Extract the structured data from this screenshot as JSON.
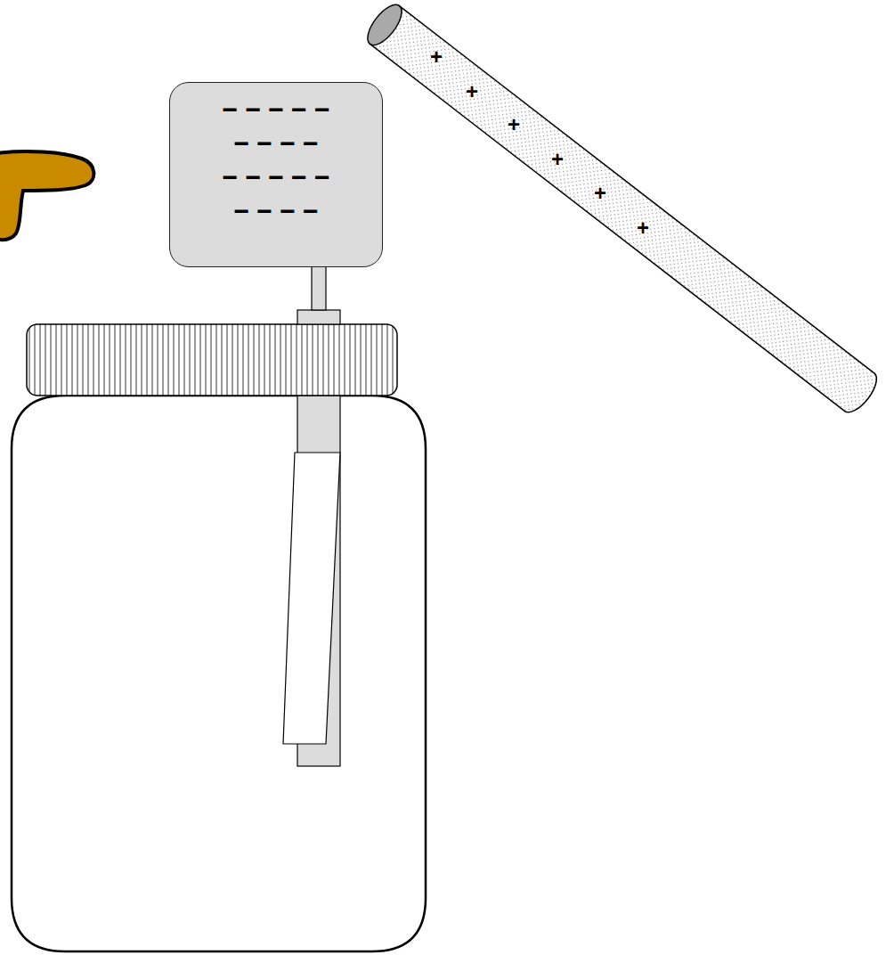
{
  "diagram": {
    "nodes": [
      {
        "text": [
          "− − − − −",
          "− − − −",
          "− − − − −",
          "− − − −"
        ]
      }
    ],
    "labels": [
      "+",
      "+",
      "+",
      "+",
      "+",
      "+"
    ]
  }
}
